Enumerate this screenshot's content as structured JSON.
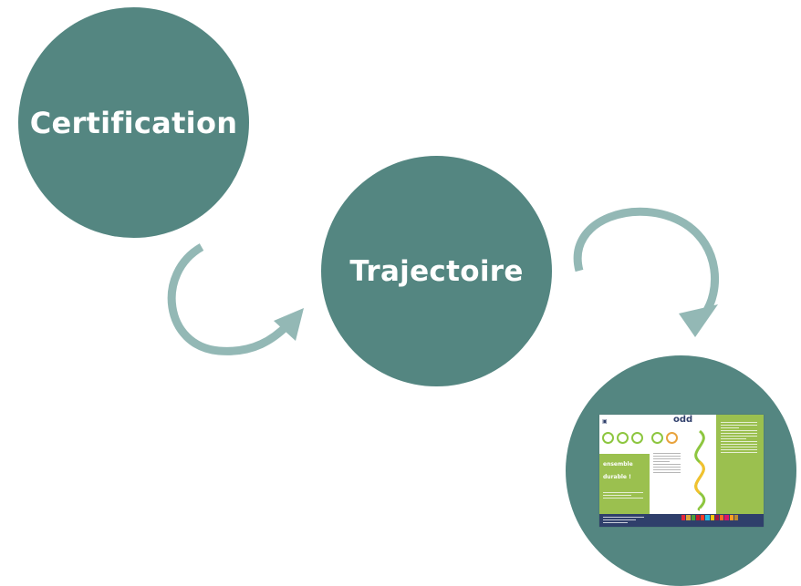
{
  "diagram": {
    "colors": {
      "circle": "#548681",
      "arrow": "#93b8b5",
      "label": "#ffffff"
    },
    "nodes": [
      {
        "id": "certification",
        "label": "Certification"
      },
      {
        "id": "trajectoire",
        "label": "Trajectoire"
      },
      {
        "id": "brochure",
        "label": ""
      }
    ],
    "brochure": {
      "headline_line1": "ensemble",
      "headline_line2": "durable !",
      "logo_text": "odd",
      "brand_colors": {
        "green": "#9bc04f",
        "navy": "#2f3f6b"
      }
    }
  }
}
